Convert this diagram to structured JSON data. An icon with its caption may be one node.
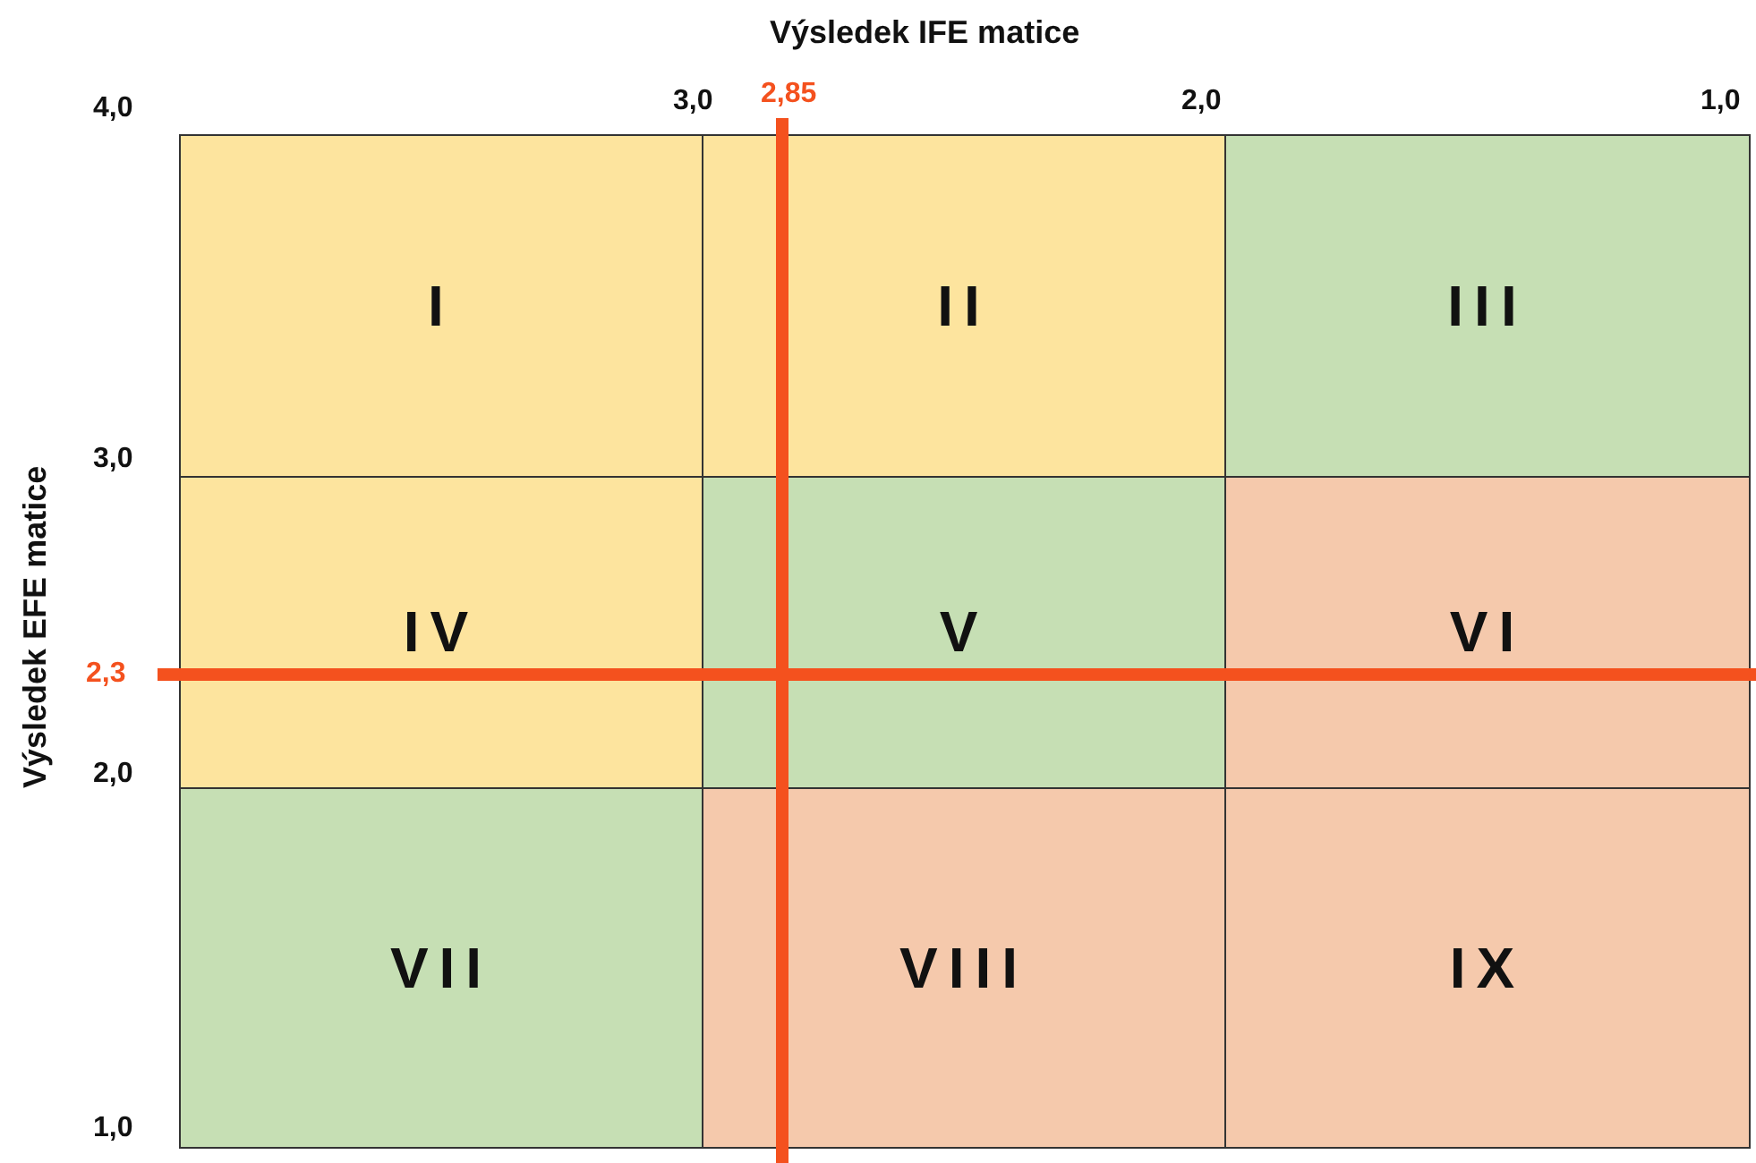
{
  "diagram": {
    "nodes": [
      {
        "text": [
          "I"
        ]
      },
      {
        "text": [
          "II"
        ]
      },
      {
        "text": [
          "III"
        ]
      },
      {
        "text": [
          "IV"
        ]
      },
      {
        "text": [
          "V"
        ]
      },
      {
        "text": [
          "VI"
        ]
      },
      {
        "text": [
          "VII"
        ]
      },
      {
        "text": [
          "VIII"
        ]
      },
      {
        "text": [
          "IX"
        ]
      }
    ],
    "labels": [
      "Výsledek IFE matice",
      "4,0",
      "3,0",
      "2,85",
      "2,0",
      "1,0",
      "3,0",
      "Výsledek EFE matice",
      "2,3",
      "2,0",
      "1,0"
    ]
  }
}
